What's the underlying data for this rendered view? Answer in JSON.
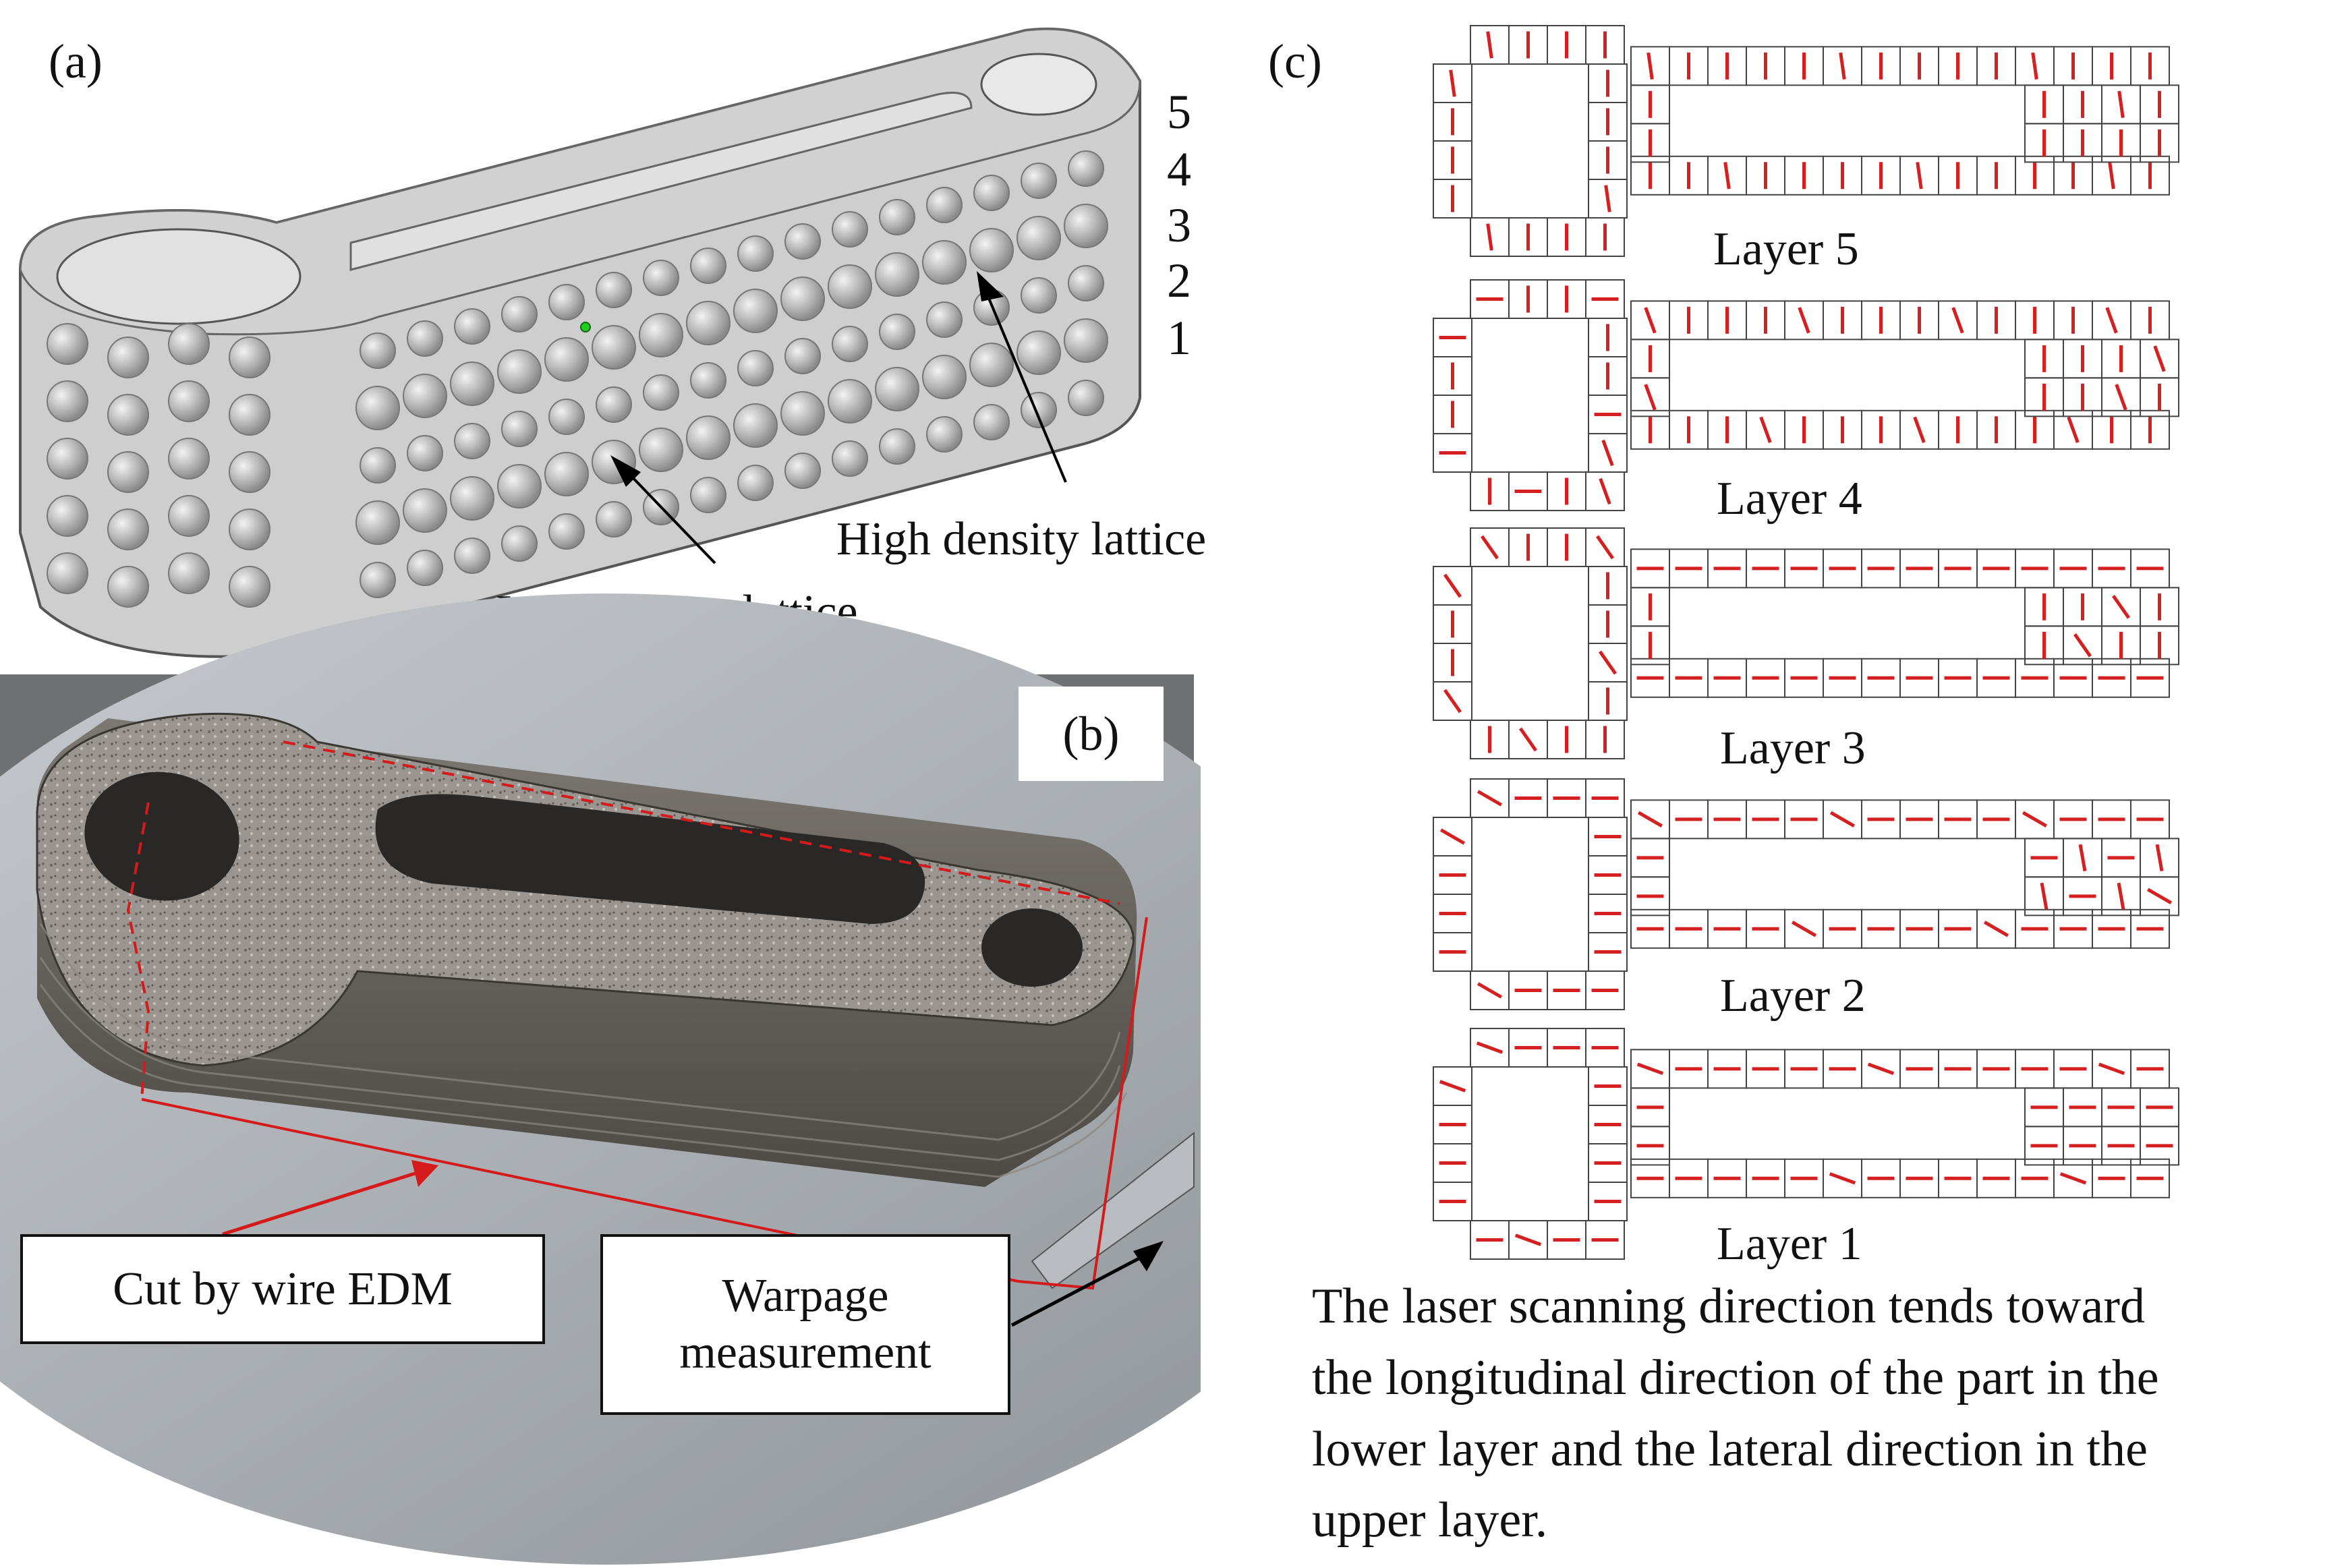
{
  "panel_a": {
    "label": "(a)",
    "layer_numbers": [
      "5",
      "4",
      "3",
      "2",
      "1"
    ],
    "annotation_high": "High density lattice",
    "annotation_low": "Low density lattice"
  },
  "panel_b": {
    "label": "(b)",
    "box_cut": "Cut by wire EDM",
    "box_warp_line1": "Warpage",
    "box_warp_line2": "measurement"
  },
  "panel_c": {
    "label": "(c)",
    "layers": [
      {
        "name": "Layer 5",
        "pattern": "lateral"
      },
      {
        "name": "Layer 4",
        "pattern": "lateral-mixed"
      },
      {
        "name": "Layer 3",
        "pattern": "mixed"
      },
      {
        "name": "Layer 2",
        "pattern": "longitudinal-mixed"
      },
      {
        "name": "Layer 1",
        "pattern": "longitudinal"
      }
    ],
    "caption_lines": [
      "The laser scanning direction tends toward",
      "the longitudinal direction of the part in the",
      "lower layer and the lateral direction in the",
      "upper layer."
    ]
  },
  "colors": {
    "scan_line": "#d42020",
    "grid": "#444444",
    "arrow": "#d41a1a"
  }
}
